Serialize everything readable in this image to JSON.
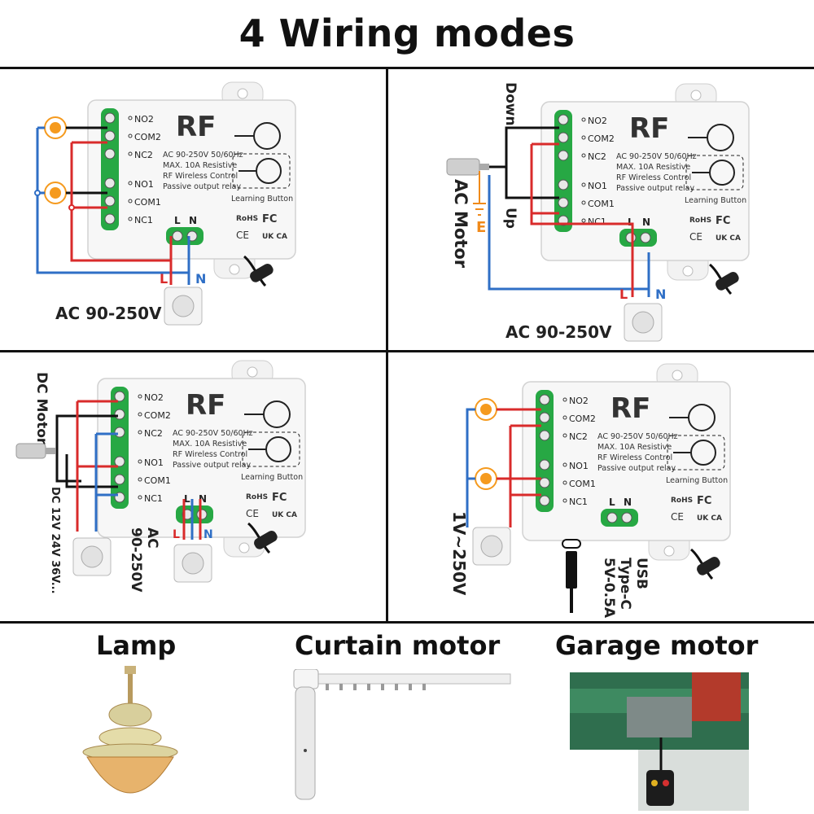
{
  "page": {
    "title": "4 Wiring modes"
  },
  "device": {
    "logo": "RF",
    "terminals": [
      "NO2",
      "COM2",
      "NC2",
      "NO1",
      "COM1",
      "NC1"
    ],
    "spec_lines": [
      "AC 90-250V 50/60Hz",
      "MAX. 10A Resistive",
      "RF Wireless Control",
      "Passive output relay"
    ],
    "learning_button": "Learning Button",
    "power_terminals": [
      "L",
      "N"
    ],
    "cert_marks": [
      "RoHS",
      "FC",
      "CE",
      "UK CA"
    ]
  },
  "panels": [
    {
      "id": "lamp-mode",
      "supply_label": "AC 90-250V",
      "line_marker": "L",
      "neutral_marker": "N"
    },
    {
      "id": "ac-motor-mode",
      "motor_label": "AC Motor",
      "down_label": "Down",
      "up_label": "Up",
      "earth_label": "E",
      "supply_label": "AC 90-250V",
      "line_marker": "L",
      "neutral_marker": "N"
    },
    {
      "id": "dc-motor-mode",
      "motor_label": "DC Motor",
      "motor_supply_label": "DC 12V 24V 36V...",
      "supply_label_line1": "AC",
      "supply_label_line2": "90-250V",
      "line_marker": "L",
      "neutral_marker": "N"
    },
    {
      "id": "usb-mode",
      "supply_label": "1V~250V",
      "usb_line1": "USB",
      "usb_line2": "Type-C",
      "usb_line3": "5V-0.5A"
    }
  ],
  "applications": [
    {
      "label": "Lamp",
      "icon": "chandelier"
    },
    {
      "label": "Curtain motor",
      "icon": "curtain-rail"
    },
    {
      "label": "Garage motor",
      "icon": "garage-motor"
    }
  ],
  "colors": {
    "live_wire": "#d92b2b",
    "neutral_wire": "#2f6fc6",
    "common_wire": "#111111",
    "terminal_block": "#27a844",
    "lamp_glow": "#f59a1e",
    "earth_wire": "#f08a1a"
  }
}
